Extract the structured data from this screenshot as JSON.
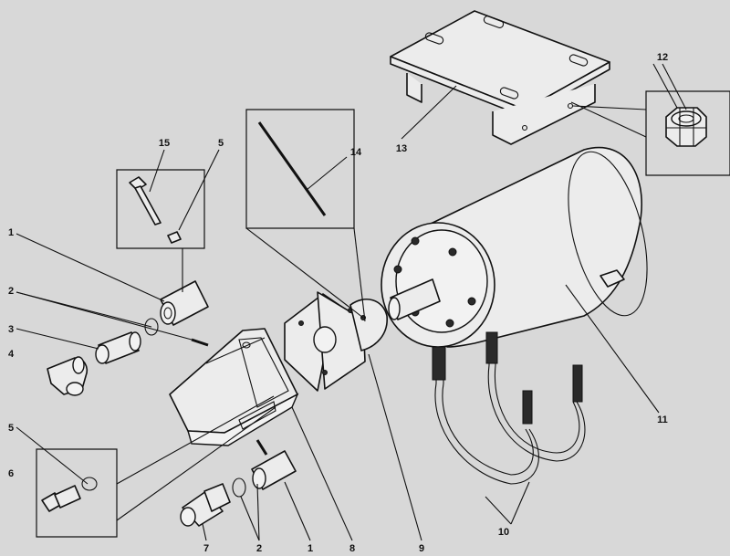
{
  "labels": {
    "l1a": "1",
    "l1b": "1",
    "l2a": "2",
    "l2b": "2",
    "l3": "3",
    "l4": "4",
    "l5a": "5",
    "l5b": "5",
    "l6": "6",
    "l7": "7",
    "l8": "8",
    "l9": "9",
    "l10": "10",
    "l11": "11",
    "l12": "12",
    "l13": "13",
    "l14": "14",
    "l15": "15"
  }
}
